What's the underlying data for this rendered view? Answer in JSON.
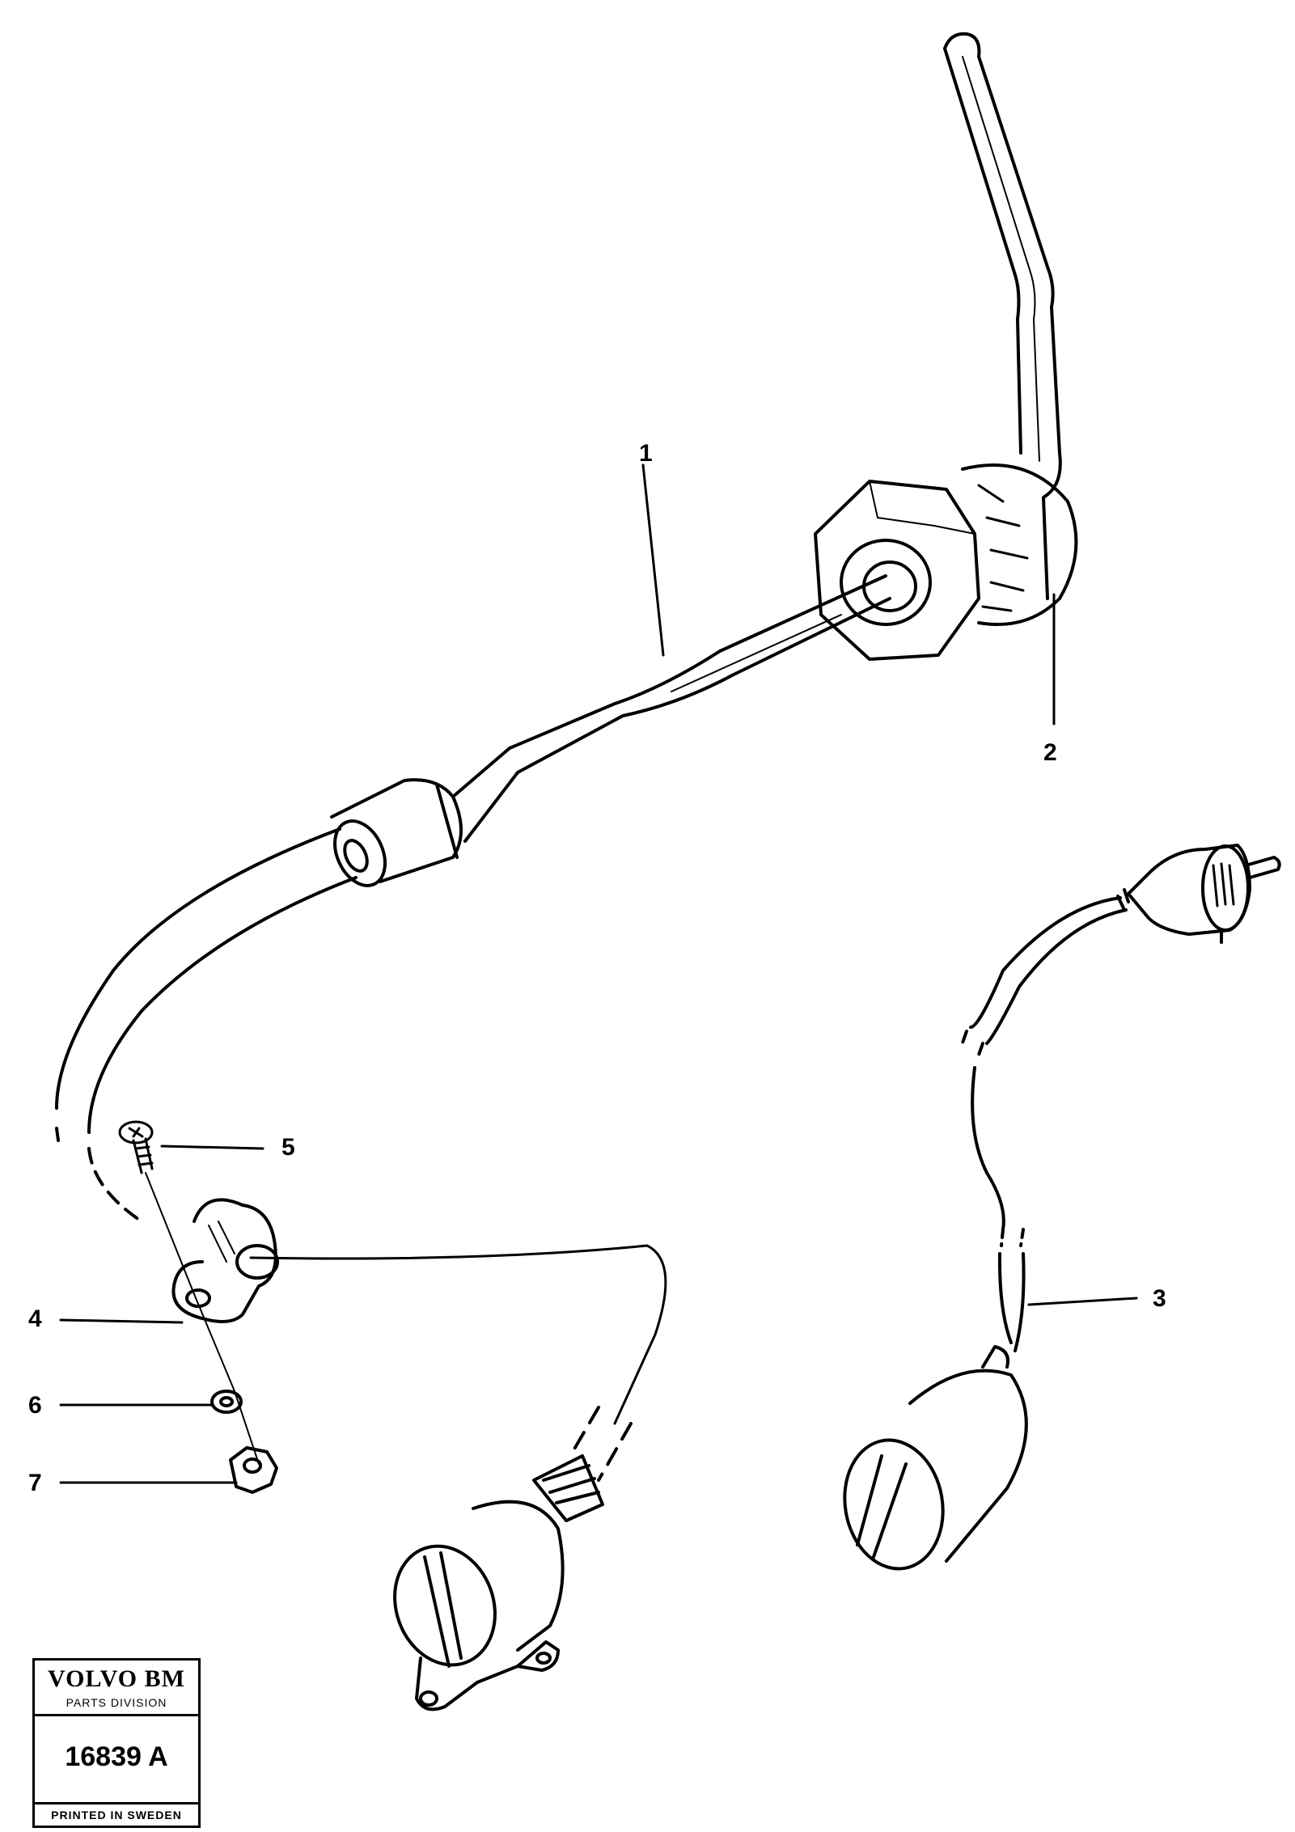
{
  "callouts": {
    "c1": "1",
    "c2": "2",
    "c3": "3",
    "c4": "4",
    "c5": "5",
    "c6": "6",
    "c7": "7"
  },
  "badge": {
    "brand": "VOLVO BM",
    "division": "PARTS DIVISION",
    "number": "16839 A",
    "footer": "PRINTED IN SWEDEN"
  }
}
